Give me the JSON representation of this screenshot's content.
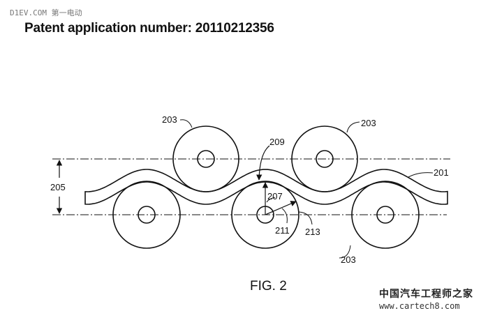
{
  "watermark_top": "D1EV.COM 第一电动",
  "title": "Patent application number: 20110212356",
  "figure": {
    "caption": "FIG. 2",
    "labels": {
      "roller": "203",
      "strip": "201",
      "gap": "205",
      "radius": "207",
      "contact": "209",
      "angle": "211",
      "arc": "213"
    }
  },
  "watermark_bottom": {
    "cn": "中国汽车工程师之家",
    "url": "www.cartech8.com"
  }
}
